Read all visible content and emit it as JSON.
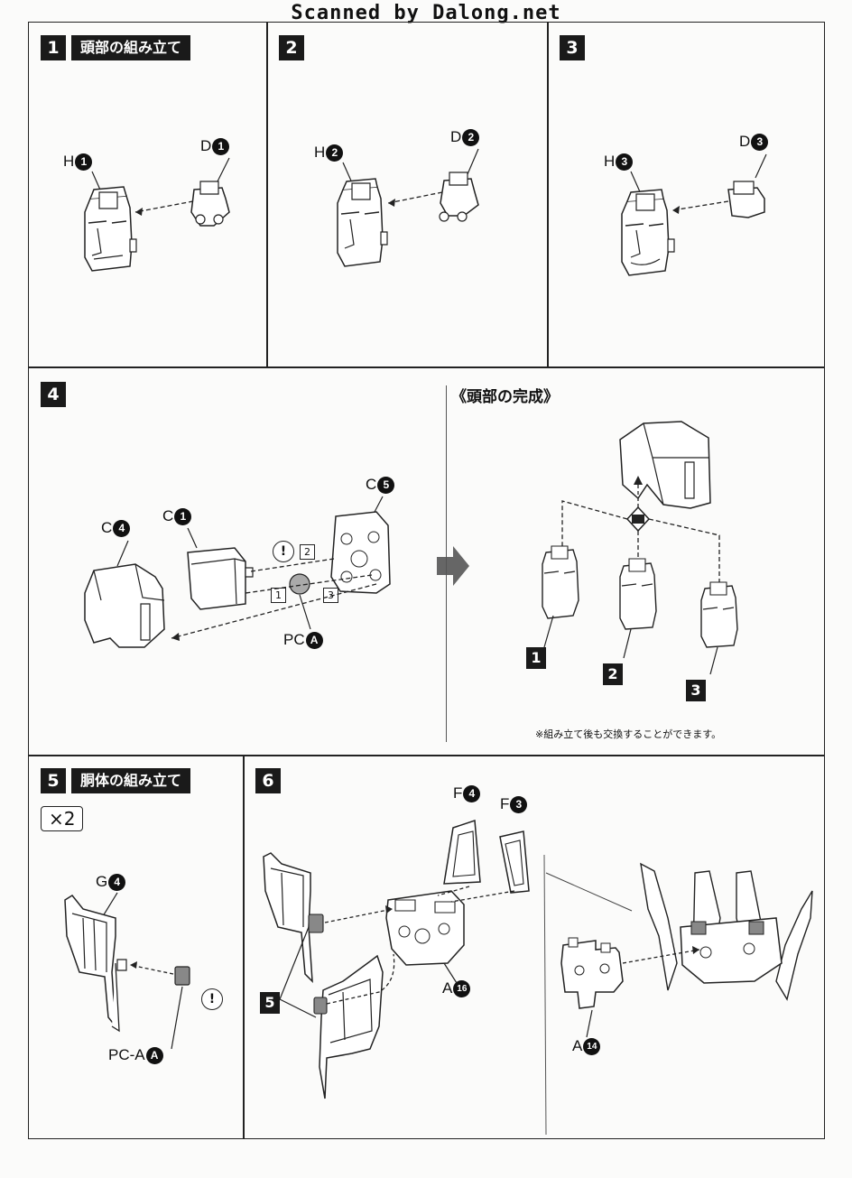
{
  "watermark": "Scanned by Dalong.net",
  "steps": {
    "s1": {
      "num": "1",
      "title": "頭部の組み立て"
    },
    "s2": {
      "num": "2"
    },
    "s3": {
      "num": "3"
    },
    "s4": {
      "num": "4"
    },
    "s5": {
      "num": "5",
      "title": "胴体の組み立て",
      "multiplier": "×2"
    },
    "s6": {
      "num": "6"
    }
  },
  "labels": {
    "s1_h": {
      "letter": "H",
      "num": "1"
    },
    "s1_d": {
      "letter": "D",
      "num": "1"
    },
    "s2_h": {
      "letter": "H",
      "num": "2"
    },
    "s2_d": {
      "letter": "D",
      "num": "2"
    },
    "s3_h": {
      "letter": "H",
      "num": "3"
    },
    "s3_d": {
      "letter": "D",
      "num": "3"
    },
    "s4_c4": {
      "letter": "C",
      "num": "4"
    },
    "s4_c1": {
      "letter": "C",
      "num": "1"
    },
    "s4_c5": {
      "letter": "C",
      "num": "5"
    },
    "s4_pc": {
      "letter": "PC",
      "num": "A"
    },
    "s5_g4": {
      "letter": "G",
      "num": "4"
    },
    "s5_pca": {
      "letter": "PC-A",
      "num": "A"
    },
    "s6_f4": {
      "letter": "F",
      "num": "4"
    },
    "s6_f3": {
      "letter": "F",
      "num": "3"
    },
    "s6_a16": {
      "letter": "A",
      "num": "16"
    },
    "s6_a14": {
      "letter": "A",
      "num": "14"
    }
  },
  "order_marks": {
    "m1": "1",
    "m2": "2",
    "m3": "3"
  },
  "caution": "!",
  "head_complete": {
    "heading": "《頭部の完成》",
    "options": [
      "1",
      "2",
      "3"
    ],
    "note": "※組み立て後も交換することができます。"
  },
  "step6_ref": "5"
}
